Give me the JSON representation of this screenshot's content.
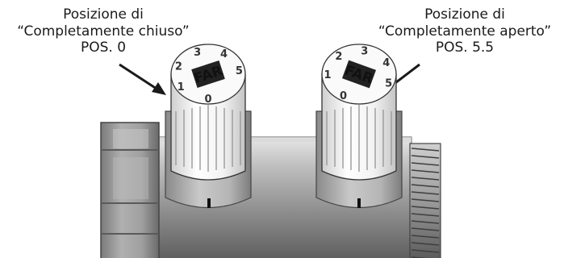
{
  "labels": {
    "closed": {
      "line1": "Posizione di",
      "line2": "“Completamente chiuso”",
      "line3": "POS. 0"
    },
    "open": {
      "line1": "Posizione di",
      "line2": "“Completamente aperto”",
      "line3": "POS. 5.5"
    }
  },
  "dial_left": {
    "brand": "FAR",
    "numbers": [
      "0",
      "1",
      "2",
      "3",
      "4",
      "5"
    ]
  },
  "dial_right": {
    "brand": "FAR",
    "numbers": [
      "0",
      "1",
      "2",
      "3",
      "4",
      "5"
    ]
  }
}
